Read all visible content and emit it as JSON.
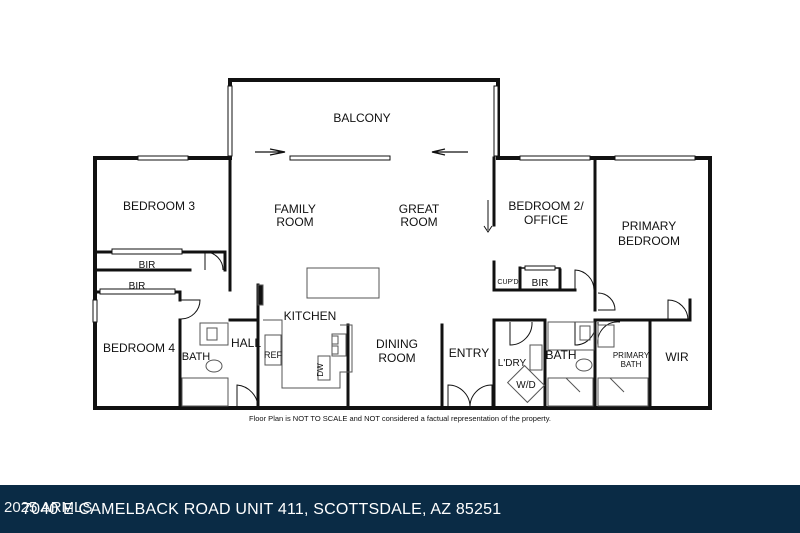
{
  "rooms": {
    "balcony": "BALCONY",
    "bedroom3": "BEDROOM 3",
    "family_room_1": "FAMILY",
    "family_room_2": "ROOM",
    "great_room_1": "GREAT",
    "great_room_2": "ROOM",
    "bedroom2_1": "BEDROOM 2/",
    "bedroom2_2": "OFFICE",
    "primary_bedroom_1": "PRIMARY",
    "primary_bedroom_2": "BEDROOM",
    "bir_a": "BIR",
    "bir_b": "BIR",
    "bir_c": "BIR",
    "cupd": "CUP'D",
    "bedroom4": "BEDROOM 4",
    "bath_left": "BATH",
    "hall": "HALL",
    "kitchen": "KITCHEN",
    "ref": "REF",
    "dw": "DW",
    "dining_1": "DINING",
    "dining_2": "ROOM",
    "entry": "ENTRY",
    "ldry": "L'DRY",
    "wd": "W/D",
    "bath_mid": "BATH",
    "primary_bath_1": "PRIMARY",
    "primary_bath_2": "BATH",
    "wir": "WIR"
  },
  "disclaimer": "Floor Plan is NOT TO SCALE and NOT considered a factual representation of the property.",
  "footer": {
    "address": "7040 E CAMELBACK ROAD UNIT 411, SCOTTSDALE, AZ 85251",
    "copyright": "2025 ARMLS"
  },
  "colors": {
    "wall": "#111111",
    "footer_bg": "#0a2b45",
    "fixture": "#555555"
  }
}
